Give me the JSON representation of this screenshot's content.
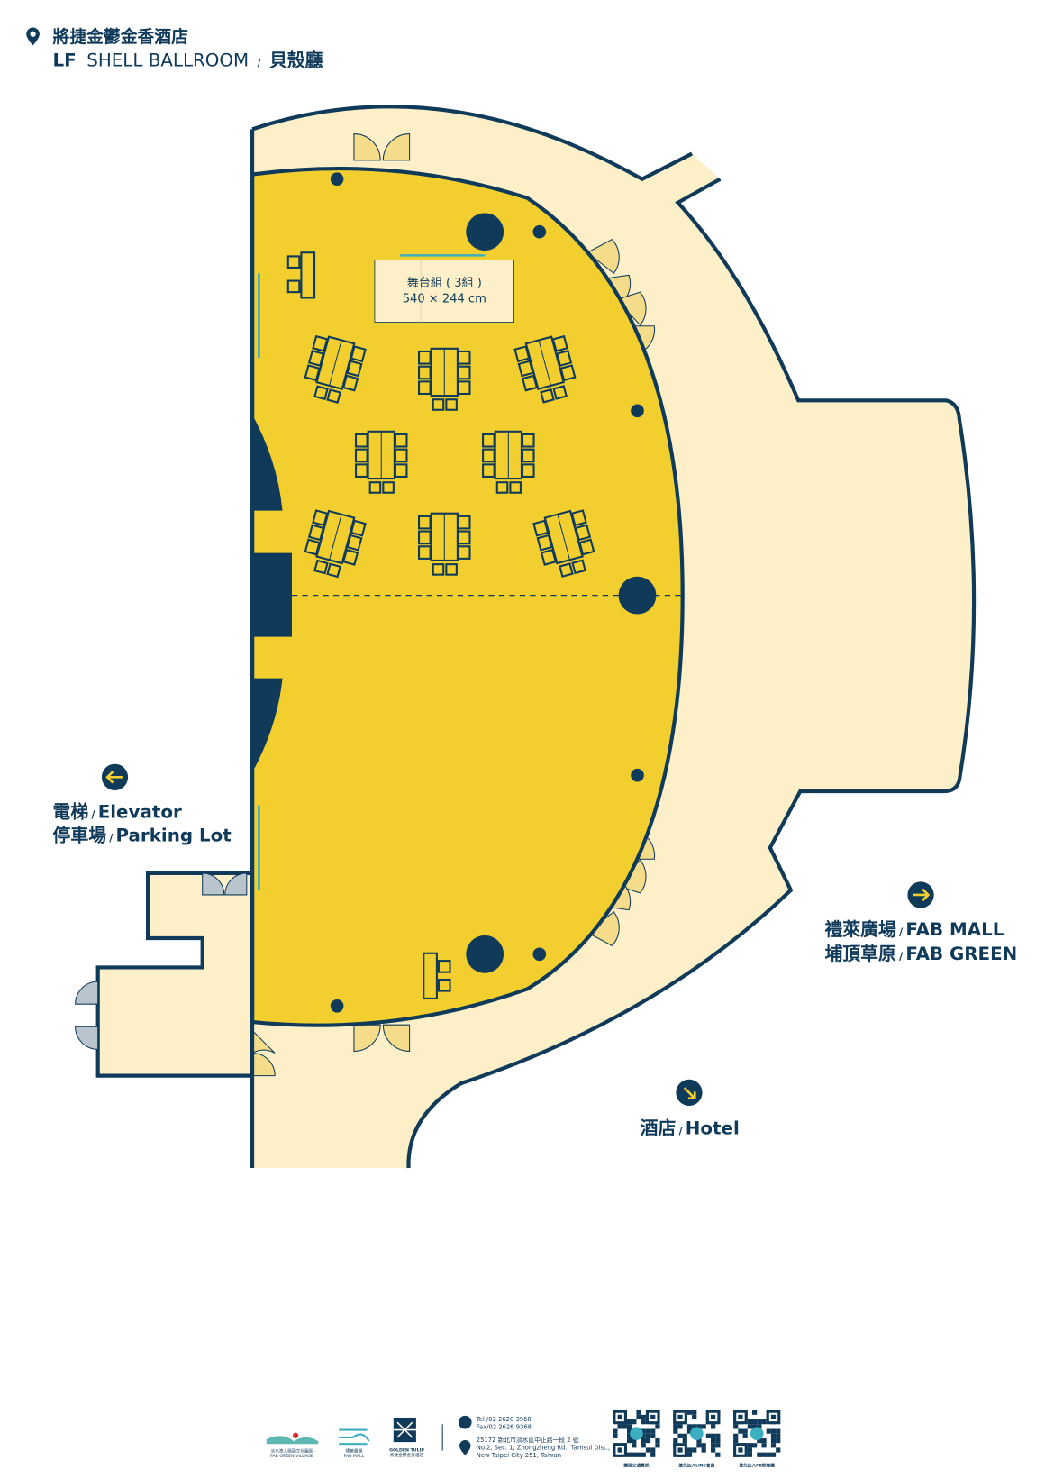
{
  "header": {
    "hotel_name": "將捷金鬱金香酒店",
    "floor": "LF",
    "room_en": "SHELL BALLROOM",
    "separator": "/",
    "room_zh": "貝殼廳"
  },
  "stage": {
    "label": "舞台組 ( 3組 )",
    "size": "540 × 244 cm"
  },
  "directions": {
    "elevator_zh": "電梯",
    "elevator_en": "Elevator",
    "parking_zh": "停車場",
    "parking_en": "Parking Lot",
    "mall_zh": "禮萊廣場",
    "mall_en": "FAB MALL",
    "green_zh": "埔頂草原",
    "green_en": "FAB GREEN",
    "hotel_zh": "酒店",
    "hotel_en": "Hotel"
  },
  "colors": {
    "navy": "#0F3A5A",
    "ballroom": "#F2CF2E",
    "corridor": "#FDF0C8",
    "door": "#F5DC8A",
    "accent": "#3BAFC0"
  },
  "tables": {
    "count": 8
  },
  "footer": {
    "logos": [
      {
        "name": "淡水漁人碼頭文化園區",
        "sub": "FAB GREEN VILLAGE"
      },
      {
        "name": "禮萊廣場",
        "sub": "FAB MALL"
      },
      {
        "name": "GOLDEN TULIP",
        "sub": "將捷金鬱金香酒店"
      }
    ],
    "tel": "Tel /02 2620 3968",
    "fax": "Fax/02 2626 9368",
    "address_zh": "25172 新北市淡水區中正路一段 2 號",
    "address_en_1": "No.2, Sec. 1, Zhongzheng Rd., Tamsui Dist.,",
    "address_en_2": "New Taipei City 251, Taiwan",
    "qr": [
      {
        "label": "園區交通資訊",
        "icon": "bus-icon"
      },
      {
        "label": "搶先加入LINE會員",
        "icon": "at-icon"
      },
      {
        "label": "搶先加入FB粉絲團",
        "icon": "facebook-icon"
      }
    ]
  }
}
